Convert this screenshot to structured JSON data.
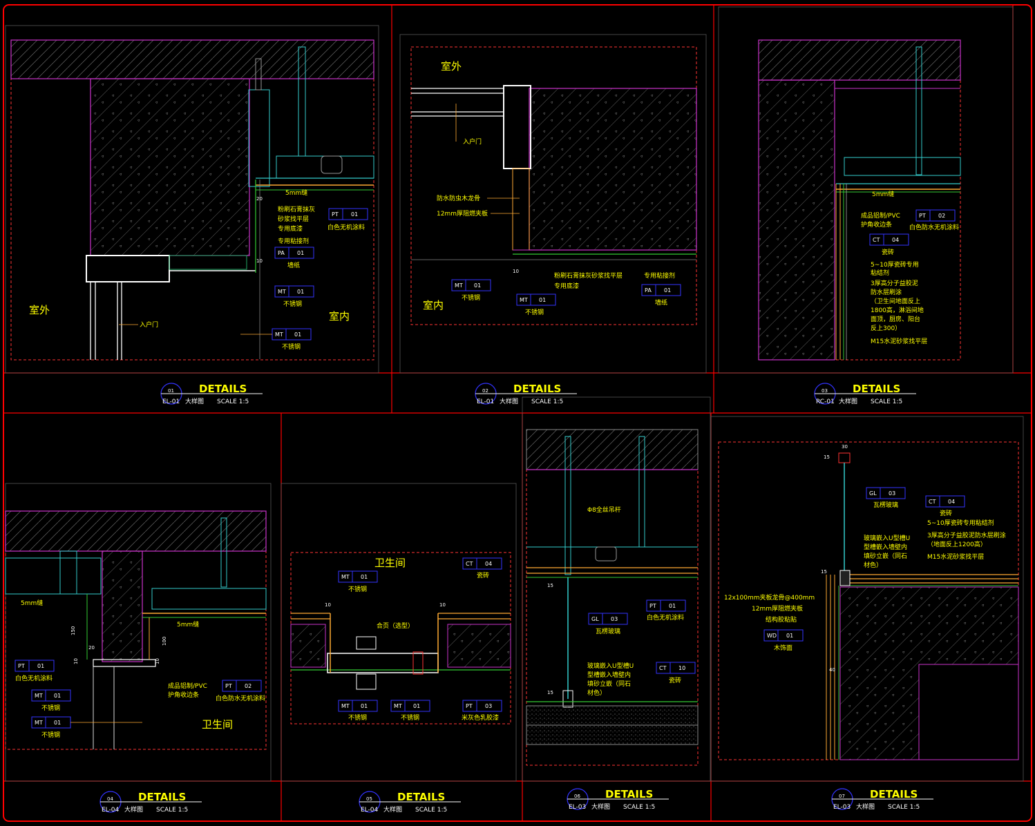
{
  "colors": {
    "frame": "#ff0000",
    "text": "#ffff00",
    "tag_box": "#3333ff",
    "magenta": "#cc33cc",
    "cyan": "#33cccc",
    "green": "#33cc33",
    "dashed": "#ff3333",
    "grey": "#999999"
  },
  "panels": [
    {
      "number": "01",
      "title": "DETAILS",
      "ref": "EL-01",
      "name": "大样图",
      "scale": "SCALE  1:5",
      "texts": {
        "outside": "室外",
        "inside": "室内",
        "door": "入户门",
        "shadow": "5mm缝",
        "n1": "粉刷石膏抹灰",
        "n1b": "砂浆找平层",
        "n2": "专用底漆",
        "n3": "专用粘接剂",
        "n4": "墙纸",
        "n5": "白色无机涂料",
        "n6": "不锈钢",
        "n7": "不锈钢",
        "d1": "20",
        "d2": "10"
      },
      "tags": [
        {
          "a": "PT",
          "b": "01"
        },
        {
          "a": "PA",
          "b": "01"
        },
        {
          "a": "MT",
          "b": "01"
        },
        {
          "a": "MT",
          "b": "01"
        }
      ]
    },
    {
      "number": "02",
      "title": "DETAILS",
      "ref": "EL-01",
      "name": "大样图",
      "scale": "SCALE  1:5",
      "texts": {
        "outside": "室外",
        "inside": "室内",
        "door": "入户门",
        "n1": "防水防虫木龙骨",
        "n2": "12mm厚阻燃夹板",
        "n3": "粉刷石膏抹灰砂浆找平层",
        "n4": "专用底漆",
        "n5": "专用粘接剂",
        "n6": "墙纸",
        "n7": "不锈钢",
        "n8": "不锈钢",
        "d1": "10"
      },
      "tags": [
        {
          "a": "MT",
          "b": "01"
        },
        {
          "a": "MT",
          "b": "01"
        },
        {
          "a": "PA",
          "b": "01"
        }
      ]
    },
    {
      "number": "03",
      "title": "DETAILS",
      "ref": "RC-01",
      "name": "大样图",
      "scale": "SCALE  1:5",
      "texts": {
        "shadow": "5mm缝",
        "n1": "成品铝制/PVC",
        "n1b": "护角收边条",
        "n2": "白色防水无机涂料",
        "n3": "瓷砖",
        "n4": "5~10厚瓷砖专用",
        "n4b": "粘结剂",
        "n5": "3厚高分子益胶泥",
        "n5b": "防水层刷涂",
        "n5c": "（卫生间地面反上",
        "n5d": "1800高，淋浴间地",
        "n5e": "面顶，厨房、阳台",
        "n5f": "反上300）",
        "n6": "M15水泥砂浆找平层"
      },
      "tags": [
        {
          "a": "PT",
          "b": "02"
        },
        {
          "a": "CT",
          "b": "04"
        }
      ]
    },
    {
      "number": "04",
      "title": "DETAILS",
      "ref": "EL-04",
      "name": "大样图",
      "scale": "SCALE  1:5",
      "texts": {
        "room": "卫生间",
        "shadow": "5mm缝",
        "shadow2": "5mm缝",
        "n1": "白色无机涂料",
        "n2": "不锈钢",
        "n3": "不锈钢",
        "n4": "成品铝制/PVC",
        "n4b": "护角收边条",
        "n5": "白色防水无机涂料",
        "d1": "150",
        "d2": "20",
        "d3": "10",
        "d4": "100",
        "d5": "10"
      },
      "tags": [
        {
          "a": "PT",
          "b": "01"
        },
        {
          "a": "MT",
          "b": "01"
        },
        {
          "a": "MT",
          "b": "01"
        },
        {
          "a": "PT",
          "b": "02"
        }
      ]
    },
    {
      "number": "05",
      "title": "DETAILS",
      "ref": "EL-04",
      "name": "大样图",
      "scale": "SCALE  1:5",
      "texts": {
        "room": "卫生间",
        "n1": "不锈钢",
        "n2": "瓷砖",
        "n3": "合页（选型）",
        "n4": "不锈钢",
        "n5": "不锈钢",
        "n6": "米灰色乳胶漆",
        "d1": "10",
        "d2": "10"
      },
      "tags": [
        {
          "a": "MT",
          "b": "01"
        },
        {
          "a": "CT",
          "b": "04"
        },
        {
          "a": "MT",
          "b": "01"
        },
        {
          "a": "MT",
          "b": "01"
        },
        {
          "a": "PT",
          "b": "03"
        }
      ]
    },
    {
      "number": "06",
      "title": "DETAILS",
      "ref": "EL-03",
      "name": "大样图",
      "scale": "SCALE  1:5",
      "texts": {
        "n1": "Φ8全丝吊杆",
        "n2": "白色无机涂料",
        "n3": "瓦楞玻璃",
        "n4": "玻璃嵌入U型槽U",
        "n4b": "型槽嵌入墙壁内",
        "n4c": "填砂立嵌（同石",
        "n4d": "材色）",
        "n5": "瓷砖",
        "d1": "15",
        "d2": "15"
      },
      "tags": [
        {
          "a": "PT",
          "b": "01"
        },
        {
          "a": "GL",
          "b": "03"
        },
        {
          "a": "CT",
          "b": "10"
        }
      ]
    },
    {
      "number": "07",
      "title": "DETAILS",
      "ref": "EL-03",
      "name": "大样图",
      "scale": "SCALE  1:5",
      "texts": {
        "n1": "瓦楞玻璃",
        "n2": "瓷砖",
        "n3": "5~10厚瓷砖专用粘结剂",
        "n4": "3厚高分子益胶泥防水层刷涂",
        "n4b": "（地面反上1200高）",
        "n5": "M15水泥砂浆找平层",
        "n6": "玻璃嵌入U型槽U",
        "n6b": "型槽嵌入墙壁内",
        "n6c": "填砂立嵌（同石",
        "n6d": "材色）",
        "n7": "12x100mm夹板龙骨@400mm",
        "n8": "12mm厚阻燃夹板",
        "n9": "结构胶粘贴",
        "n10": "木饰面",
        "d1": "30",
        "d2": "15",
        "d3": "15",
        "d4": "40"
      },
      "tags": [
        {
          "a": "GL",
          "b": "03"
        },
        {
          "a": "CT",
          "b": "04"
        },
        {
          "a": "WD",
          "b": "01"
        }
      ]
    }
  ]
}
